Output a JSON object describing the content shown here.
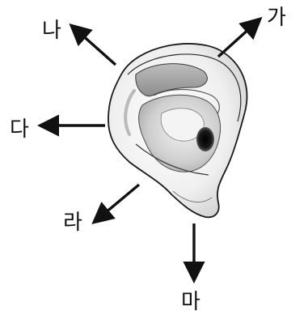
{
  "labels": {
    "ga": "가",
    "na": "나",
    "da": "다",
    "ra": "라",
    "ma": "마"
  },
  "colors": {
    "arrow": "#111111",
    "outline": "#1a1a1a",
    "ear_light": "#f3f3f3",
    "ear_mid": "#d4d4d4",
    "ear_dark": "#9a9a9a"
  }
}
